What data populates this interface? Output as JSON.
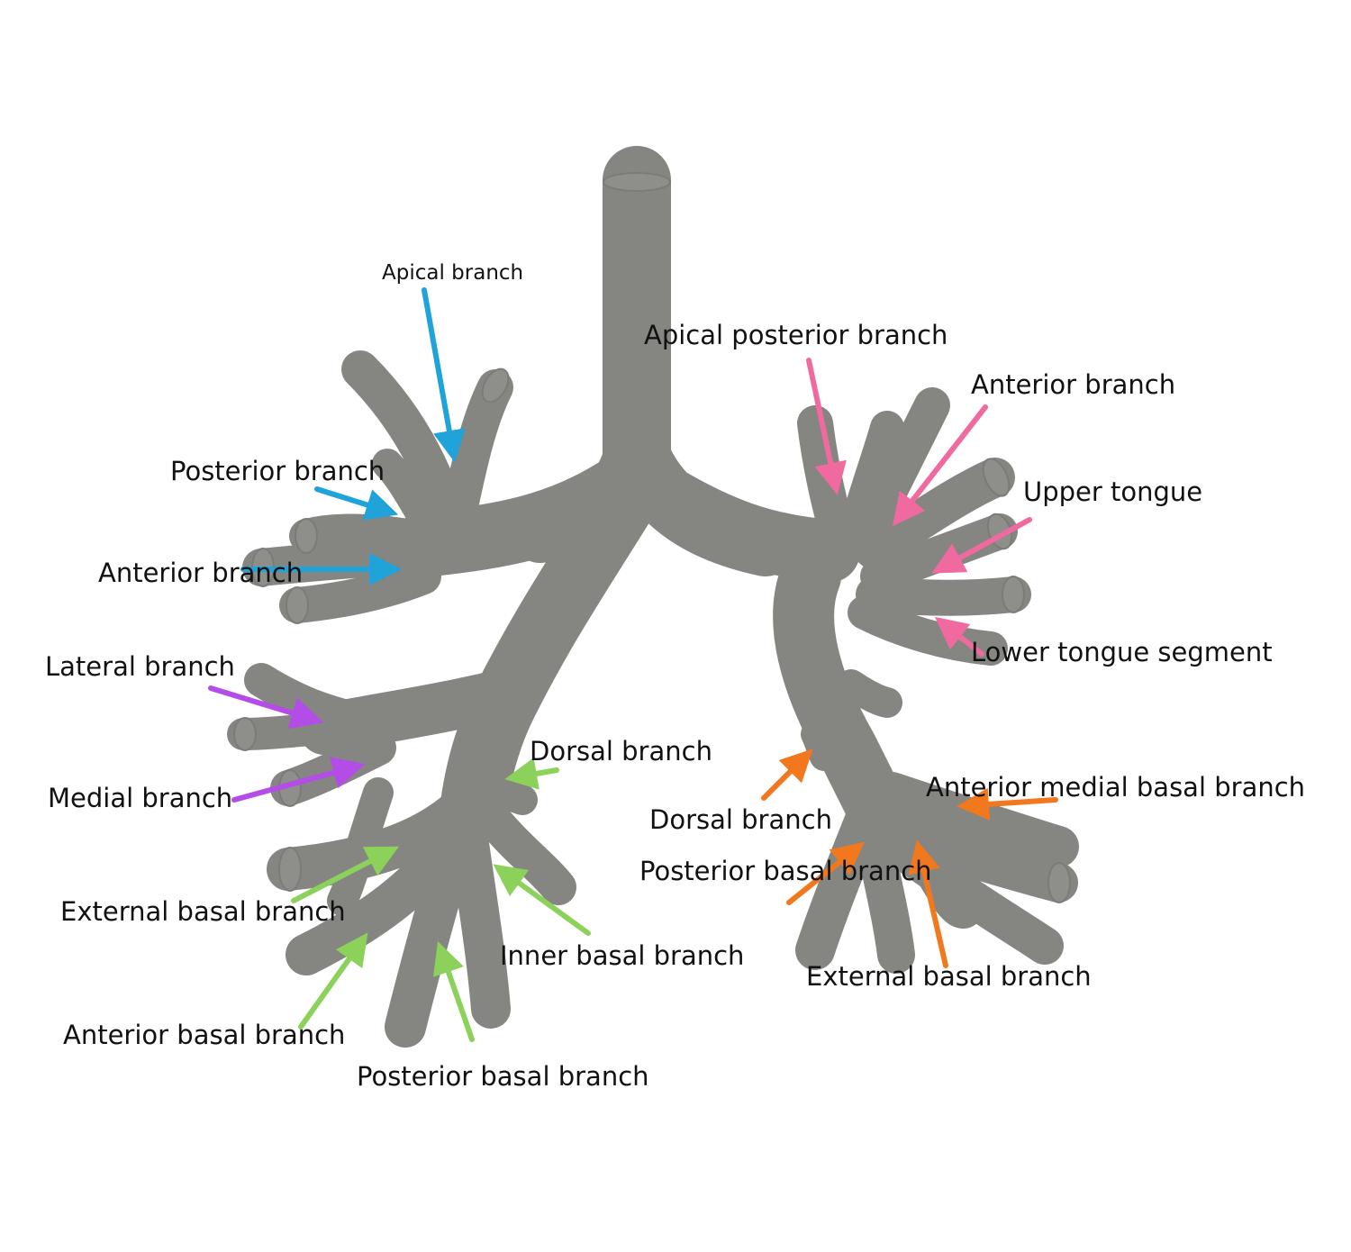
{
  "colors": {
    "tube": "#858582",
    "background": "#ffffff",
    "label_text": "#111111",
    "right_upper_arrows": "#1fa3d8",
    "right_middle_arrows": "#b44ce8",
    "right_lower_arrows": "#8bd15a",
    "left_upper_arrows": "#f06aa0",
    "left_lower_arrows": "#f2781e"
  },
  "labels": {
    "apical_branch": "Apical branch",
    "posterior_branch": "Posterior branch",
    "anterior_branch_right": "Anterior branch",
    "lateral_branch": "Lateral branch",
    "medial_branch": "Medial branch",
    "dorsal_branch_right": "Dorsal branch",
    "external_basal_branch_right": "External basal branch",
    "inner_basal_branch": "Inner basal branch",
    "anterior_basal_branch": "Anterior basal branch",
    "posterior_basal_branch_right": "Posterior basal branch",
    "apical_posterior_branch": "Apical posterior branch",
    "anterior_branch_left": "Anterior branch",
    "upper_tongue": "Upper tongue",
    "lower_tongue_segment": "Lower tongue segment",
    "anterior_medial_basal_branch": "Anterior medial basal branch",
    "dorsal_branch_left": "Dorsal branch",
    "posterior_basal_branch_left": "Posterior basal branch",
    "external_basal_branch_left": "External basal branch"
  }
}
